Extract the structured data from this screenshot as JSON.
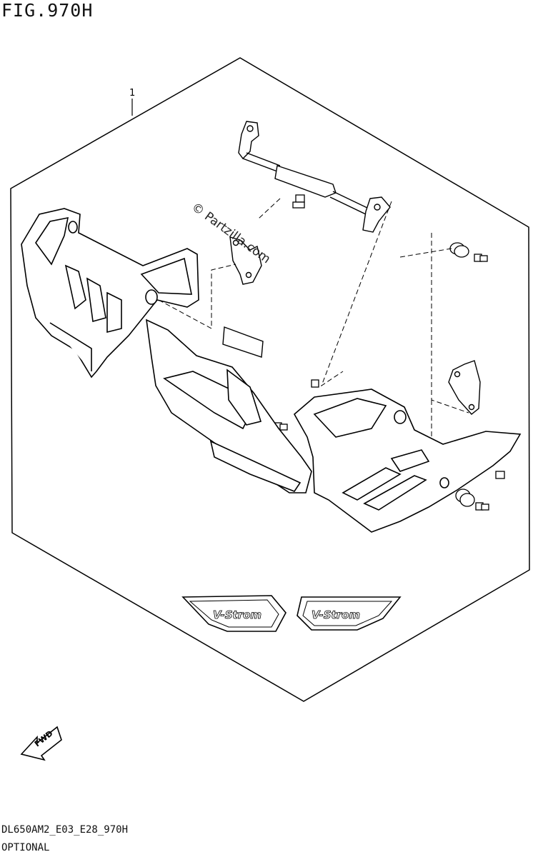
{
  "figure": {
    "title": "FIG.970H",
    "callout_number": "1",
    "watermark": "© Partzilla.com",
    "emblem_text": "V-Strom",
    "direction_label": "FWD"
  },
  "footer": {
    "model_code": "DL650AM2_E03_E28_970H",
    "note": "OPTIONAL"
  }
}
